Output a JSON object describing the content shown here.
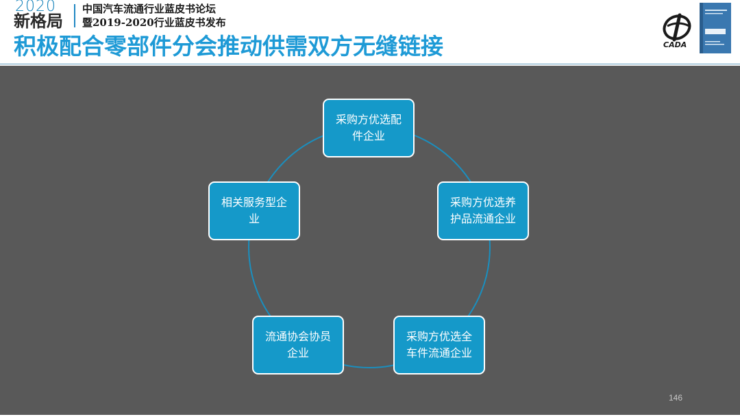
{
  "header": {
    "logo_year": "2020",
    "logo_word": "新格局",
    "forum_line1": "中国汽车流通行业蓝皮书论坛",
    "forum_line2": "暨2019-2020行业蓝皮书发布",
    "title": "积极配合零部件分会推动供需双方无缝链接",
    "brand_logo_text": "CADA"
  },
  "colors": {
    "accent": "#1e9ad6",
    "node_fill": "#1599c9",
    "stage_bg": "#595959",
    "ring": "#1a8fbf"
  },
  "cycle": {
    "nodes": [
      {
        "label": "采购方优选配件企业"
      },
      {
        "label": "采购方优选养护品流通企业"
      },
      {
        "label": "采购方优选全车件流通企业"
      },
      {
        "label": "流通协会协员企业"
      },
      {
        "label": "相关服务型企业"
      }
    ]
  },
  "footer": {
    "page_number": "146"
  }
}
